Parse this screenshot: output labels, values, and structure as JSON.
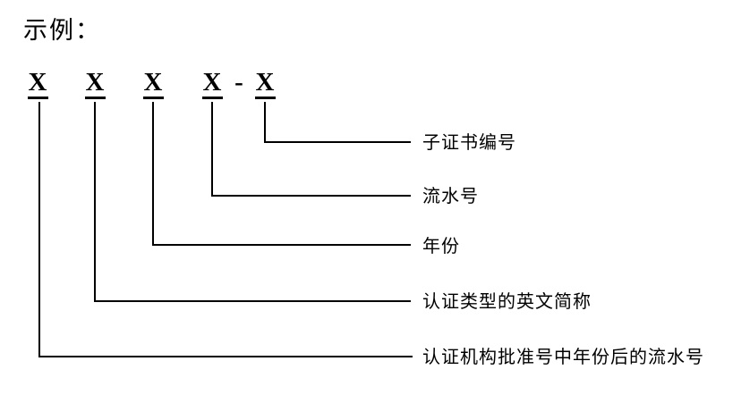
{
  "header": {
    "title": "示例："
  },
  "code": {
    "symbols": [
      "X",
      "X",
      "X",
      "X",
      "X"
    ],
    "separator": "-"
  },
  "annotations": [
    {
      "label": "子证书编号"
    },
    {
      "label": "流水号"
    },
    {
      "label": "年份"
    },
    {
      "label": "认证类型的英文简称"
    },
    {
      "label": "认证机构批准号中年份后的流水号"
    }
  ],
  "colors": {
    "line": "#000000",
    "text": "#000000",
    "background": "#ffffff"
  }
}
